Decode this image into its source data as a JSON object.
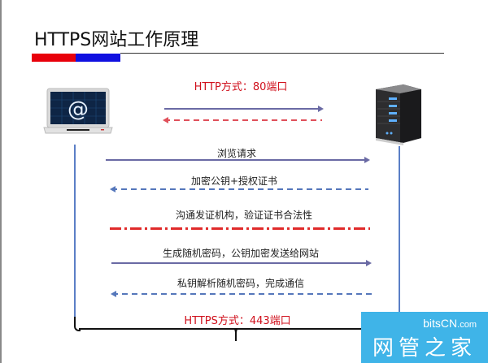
{
  "title": "HTTPS网站工作原理",
  "accent_colors": {
    "red_bar": "#e8000b",
    "blue_bar": "#1010e0",
    "label_red": "#d0101c",
    "lifeline_blue": "#5b7fc6"
  },
  "actors": {
    "client": {
      "icon": "laptop-at-icon",
      "glyph": "@"
    },
    "server": {
      "icon": "server-tower-icon"
    }
  },
  "messages": [
    {
      "label": "HTTP方式：80端口",
      "style": "red-label",
      "direction": "header"
    },
    {
      "label": "",
      "direction": "client-to-server",
      "line": "solid"
    },
    {
      "label": "",
      "direction": "server-to-client",
      "line": "dashed-red"
    },
    {
      "label": "浏览请求",
      "direction": "client-to-server",
      "line": "solid"
    },
    {
      "label": "加密公钥+授权证书",
      "direction": "server-to-client",
      "line": "dashed-blue"
    },
    {
      "label": "沟通发证机构，验证证书合法性",
      "direction": "none",
      "line": "dash-dot-red"
    },
    {
      "label": "生成随机密码，公钥加密发送给网站",
      "direction": "client-to-server",
      "line": "solid"
    },
    {
      "label": "私钥解析随机密码，完成通信",
      "direction": "server-to-client",
      "line": "dashed-blue"
    }
  ],
  "footer": {
    "label": "HTTPS方式：443端口"
  },
  "watermark": {
    "domain_main": "bitsCN",
    "domain_suffix": ".com",
    "name": "网管之家"
  }
}
